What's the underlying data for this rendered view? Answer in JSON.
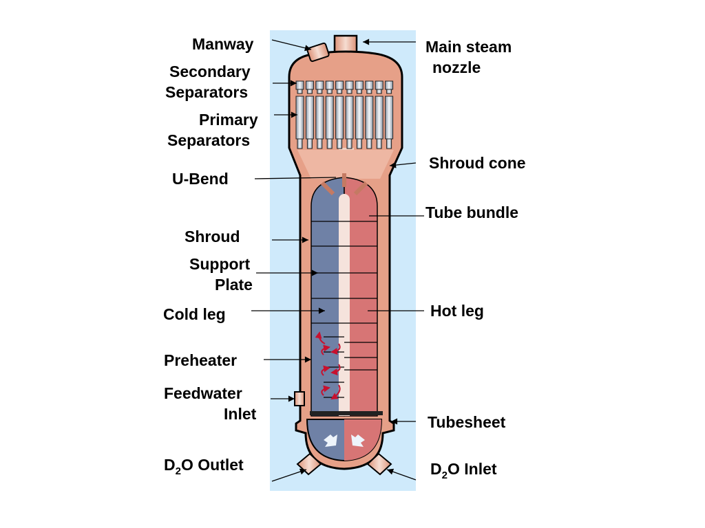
{
  "title": "Steam generator diagram",
  "colors": {
    "panel": "#cfeafb",
    "shell": "#e6a088",
    "cold": "#6f81a6",
    "hot": "#d77575",
    "arrow": "#c8102e"
  },
  "labels": {
    "manway": "Manway",
    "secondary_1": "Secondary",
    "secondary_2": "Separators",
    "primary_1": "Primary",
    "primary_2": "Separators",
    "ubend": "U-Bend",
    "shroud": "Shroud",
    "support_1": "Support",
    "support_2": "Plate",
    "cold_leg": "Cold leg",
    "preheater": "Preheater",
    "feedwater_1": "Feedwater",
    "feedwater_2": "Inlet",
    "d2o_outlet": {
      "pre": "D",
      "sub": "2",
      "post": "O Outlet"
    },
    "main_steam_1": "Main steam",
    "main_steam_2": "nozzle",
    "shroud_cone": "Shroud cone",
    "tube_bundle": "Tube bundle",
    "hot_leg": "Hot leg",
    "tubesheet": "Tubesheet",
    "d2o_inlet": {
      "pre": "D",
      "sub": "2",
      "post": "O Inlet"
    }
  }
}
